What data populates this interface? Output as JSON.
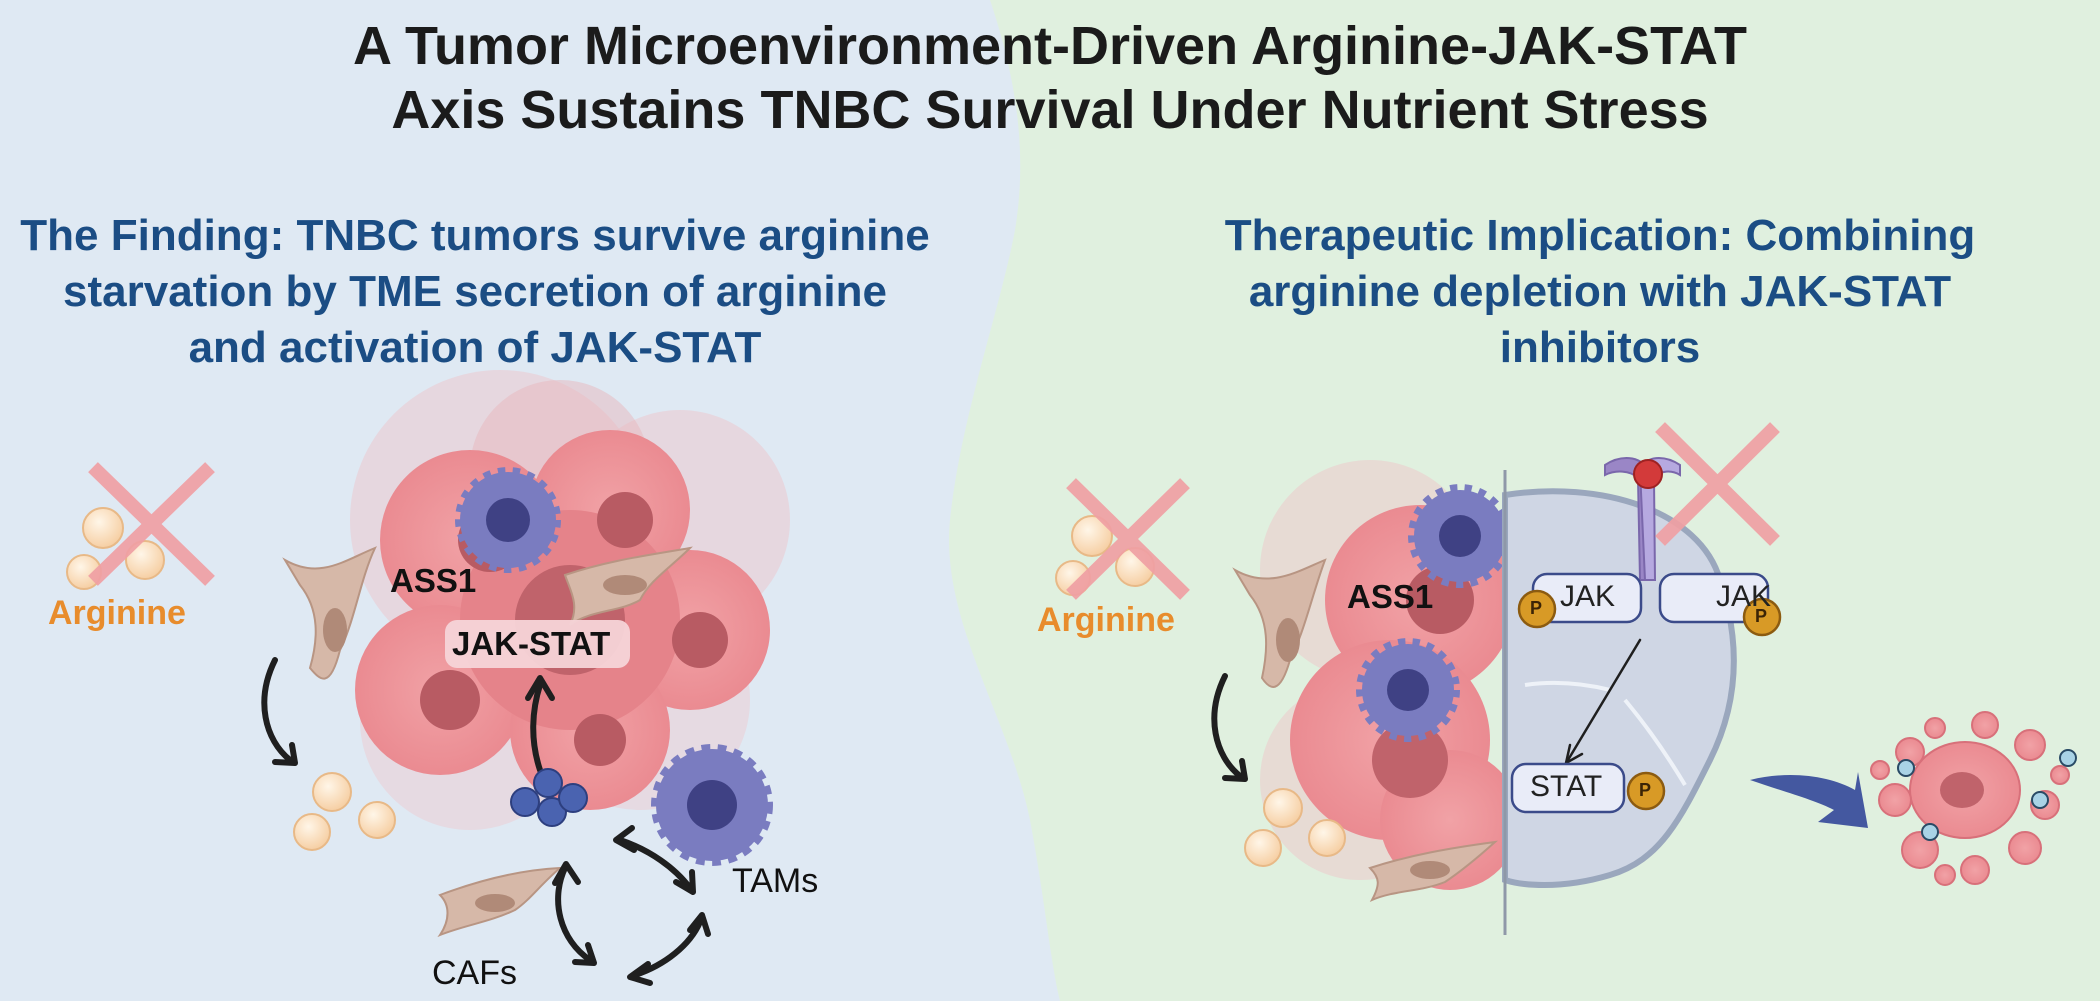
{
  "title_line1": "A Tumor Microenvironment-Driven Arginine-JAK-STAT",
  "title_line2": "Axis Sustains TNBC Survival Under Nutrient Stress",
  "left_panel": {
    "heading_line1": "The Finding: TNBC tumors survive arginine",
    "heading_line2": "starvation by TME secretion of arginine",
    "heading_line3": "and activation of JAK-STAT",
    "arginine_label": "Arginine",
    "ass1_label": "ASS1",
    "jakstat_label": "JAK-STAT",
    "tams_label": "TAMs",
    "cafs_label": "CAFs"
  },
  "right_panel": {
    "heading_line1": "Therapeutic Implication: Combining",
    "heading_line2": "arginine depletion with JAK-STAT",
    "heading_line3": "inhibitors",
    "arginine_label": "Arginine",
    "ass1_label": "ASS1",
    "jak_left_label": "JAK",
    "jak_right_label": "JAK",
    "stat_label": "STAT",
    "phospho_label": "P"
  },
  "colors": {
    "left_background": "#dfe9f3",
    "right_background": "#e0f0df",
    "heading_blue": "#1b4d84",
    "arginine_orange": "#e88c2c",
    "inhibition_cross": "#f0a0a4",
    "tumor_pink": "#ec8a90",
    "macrophage_purple": "#7a7cc0",
    "fibroblast_tan": "#d6b8a8",
    "phosphate_gold": "#d89a26"
  }
}
